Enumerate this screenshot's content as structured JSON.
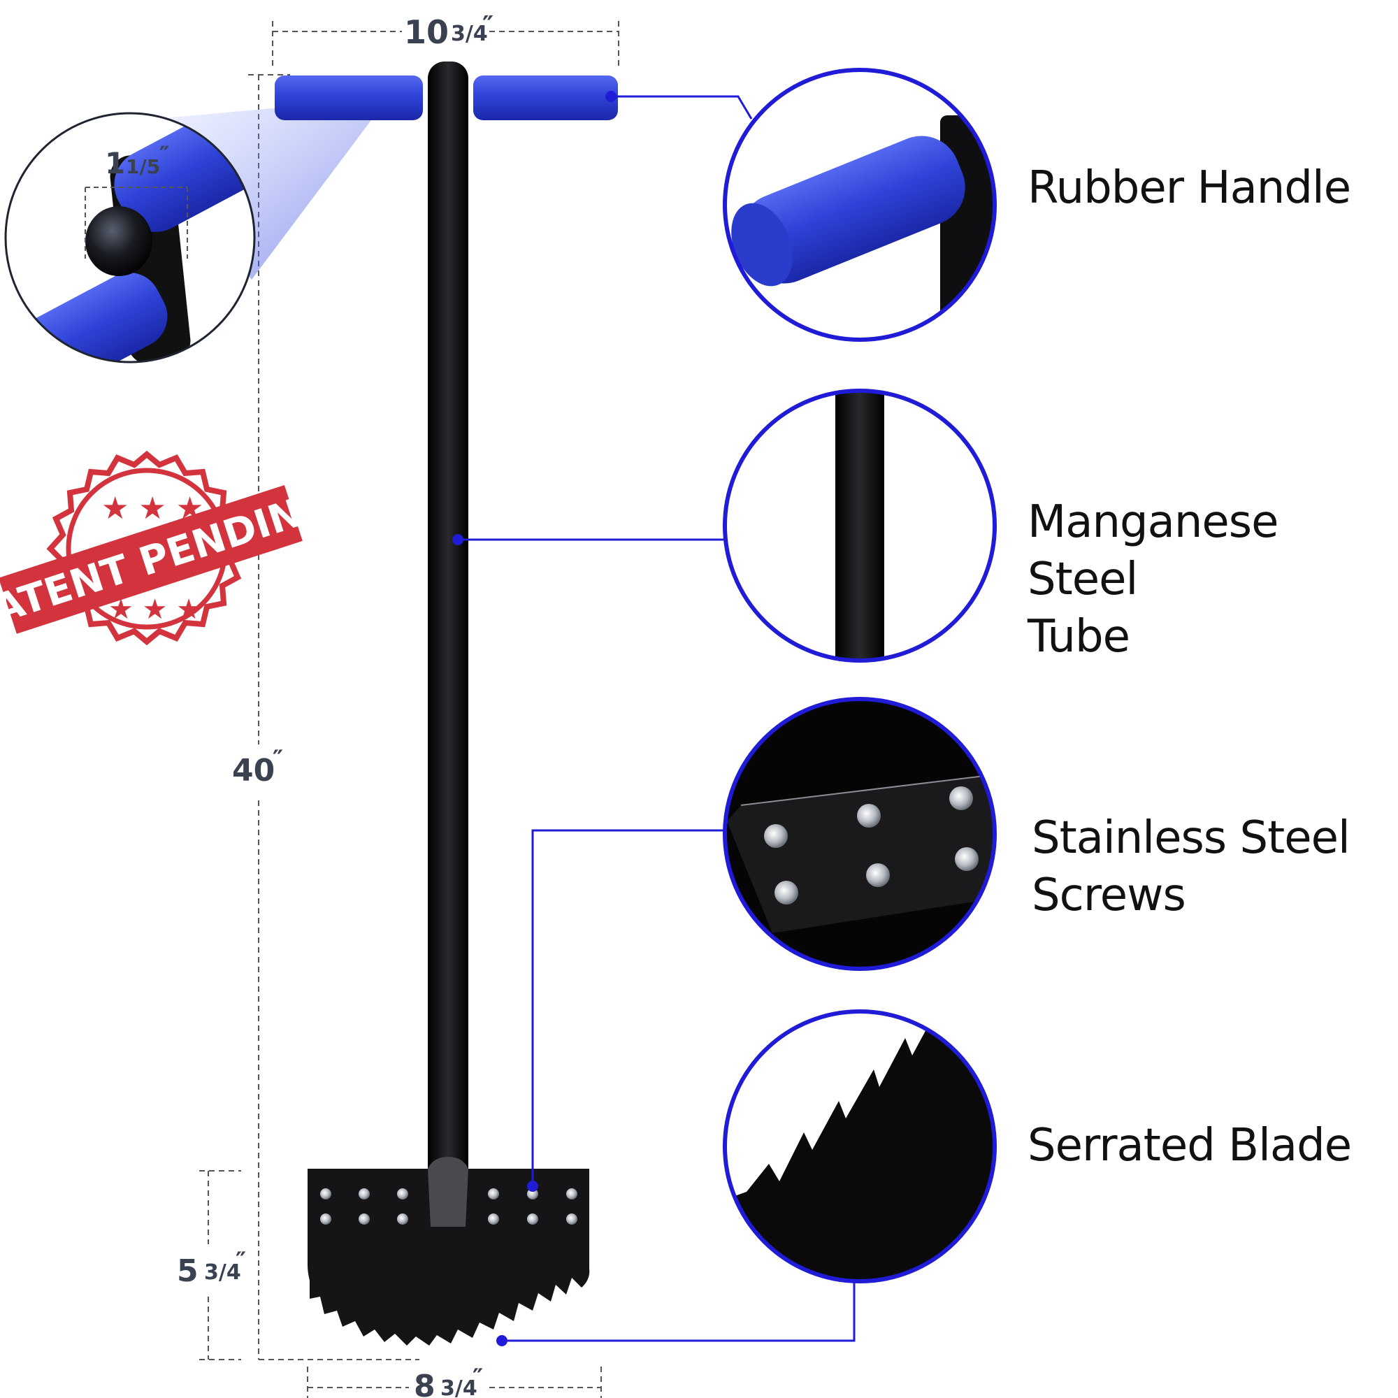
{
  "colors": {
    "accent_blue": "#1f1bd6",
    "grip_blue": "#2f43d8",
    "tool_black": "#0b0b0c",
    "dimension_gray": "#3a4150",
    "stamp_red": "#d2333d"
  },
  "dimensions": {
    "handle_width": {
      "whole": "10",
      "fraction": "3/4",
      "unit": "″"
    },
    "grip_diameter": {
      "whole": "1",
      "fraction": "1/5",
      "unit": "″"
    },
    "total_height": {
      "whole": "40",
      "unit": "″"
    },
    "blade_height": {
      "whole": "5",
      "fraction": "3/4",
      "unit": "″"
    },
    "blade_width": {
      "whole": "8",
      "fraction": "3/4",
      "unit": "″"
    }
  },
  "stamp": {
    "text": "PATENT PENDING"
  },
  "features": [
    {
      "lines": [
        "Rubber Handle"
      ]
    },
    {
      "lines": [
        "Manganese Steel",
        "Tube"
      ]
    },
    {
      "lines": [
        "Stainless Steel",
        "Screws"
      ]
    },
    {
      "lines": [
        "Serrated Blade"
      ]
    }
  ]
}
